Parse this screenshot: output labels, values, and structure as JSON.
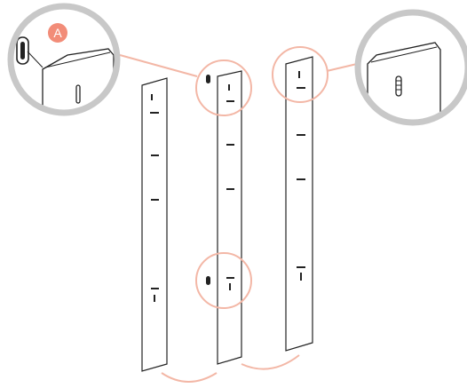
{
  "diagram": {
    "callout_badge": "A",
    "colors": {
      "highlight": "#f3b7a6",
      "badge": "#f28c78",
      "zoom_ring": "#c8c8c8",
      "line": "#222222",
      "background": "#ffffff"
    },
    "panels": [
      {
        "name": "panel-left"
      },
      {
        "name": "panel-middle"
      },
      {
        "name": "panel-right"
      }
    ],
    "details": [
      {
        "name": "detail-a"
      },
      {
        "name": "detail-b"
      }
    ]
  }
}
